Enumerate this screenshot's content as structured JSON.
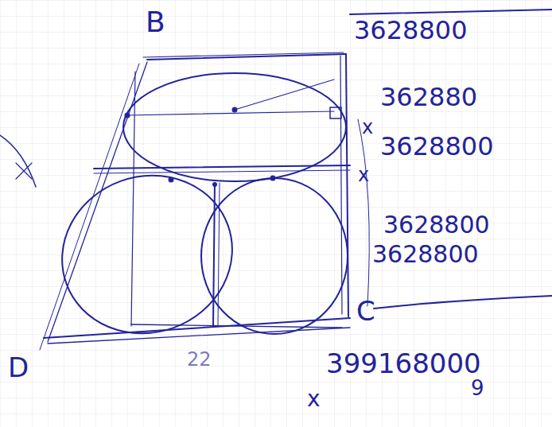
{
  "diagram": {
    "labels": [
      "B",
      "3628800",
      "362880",
      "x",
      "3628800",
      "x",
      "3628800",
      "3628800",
      "C",
      "D",
      "22",
      "x",
      "399168000",
      "9"
    ]
  }
}
